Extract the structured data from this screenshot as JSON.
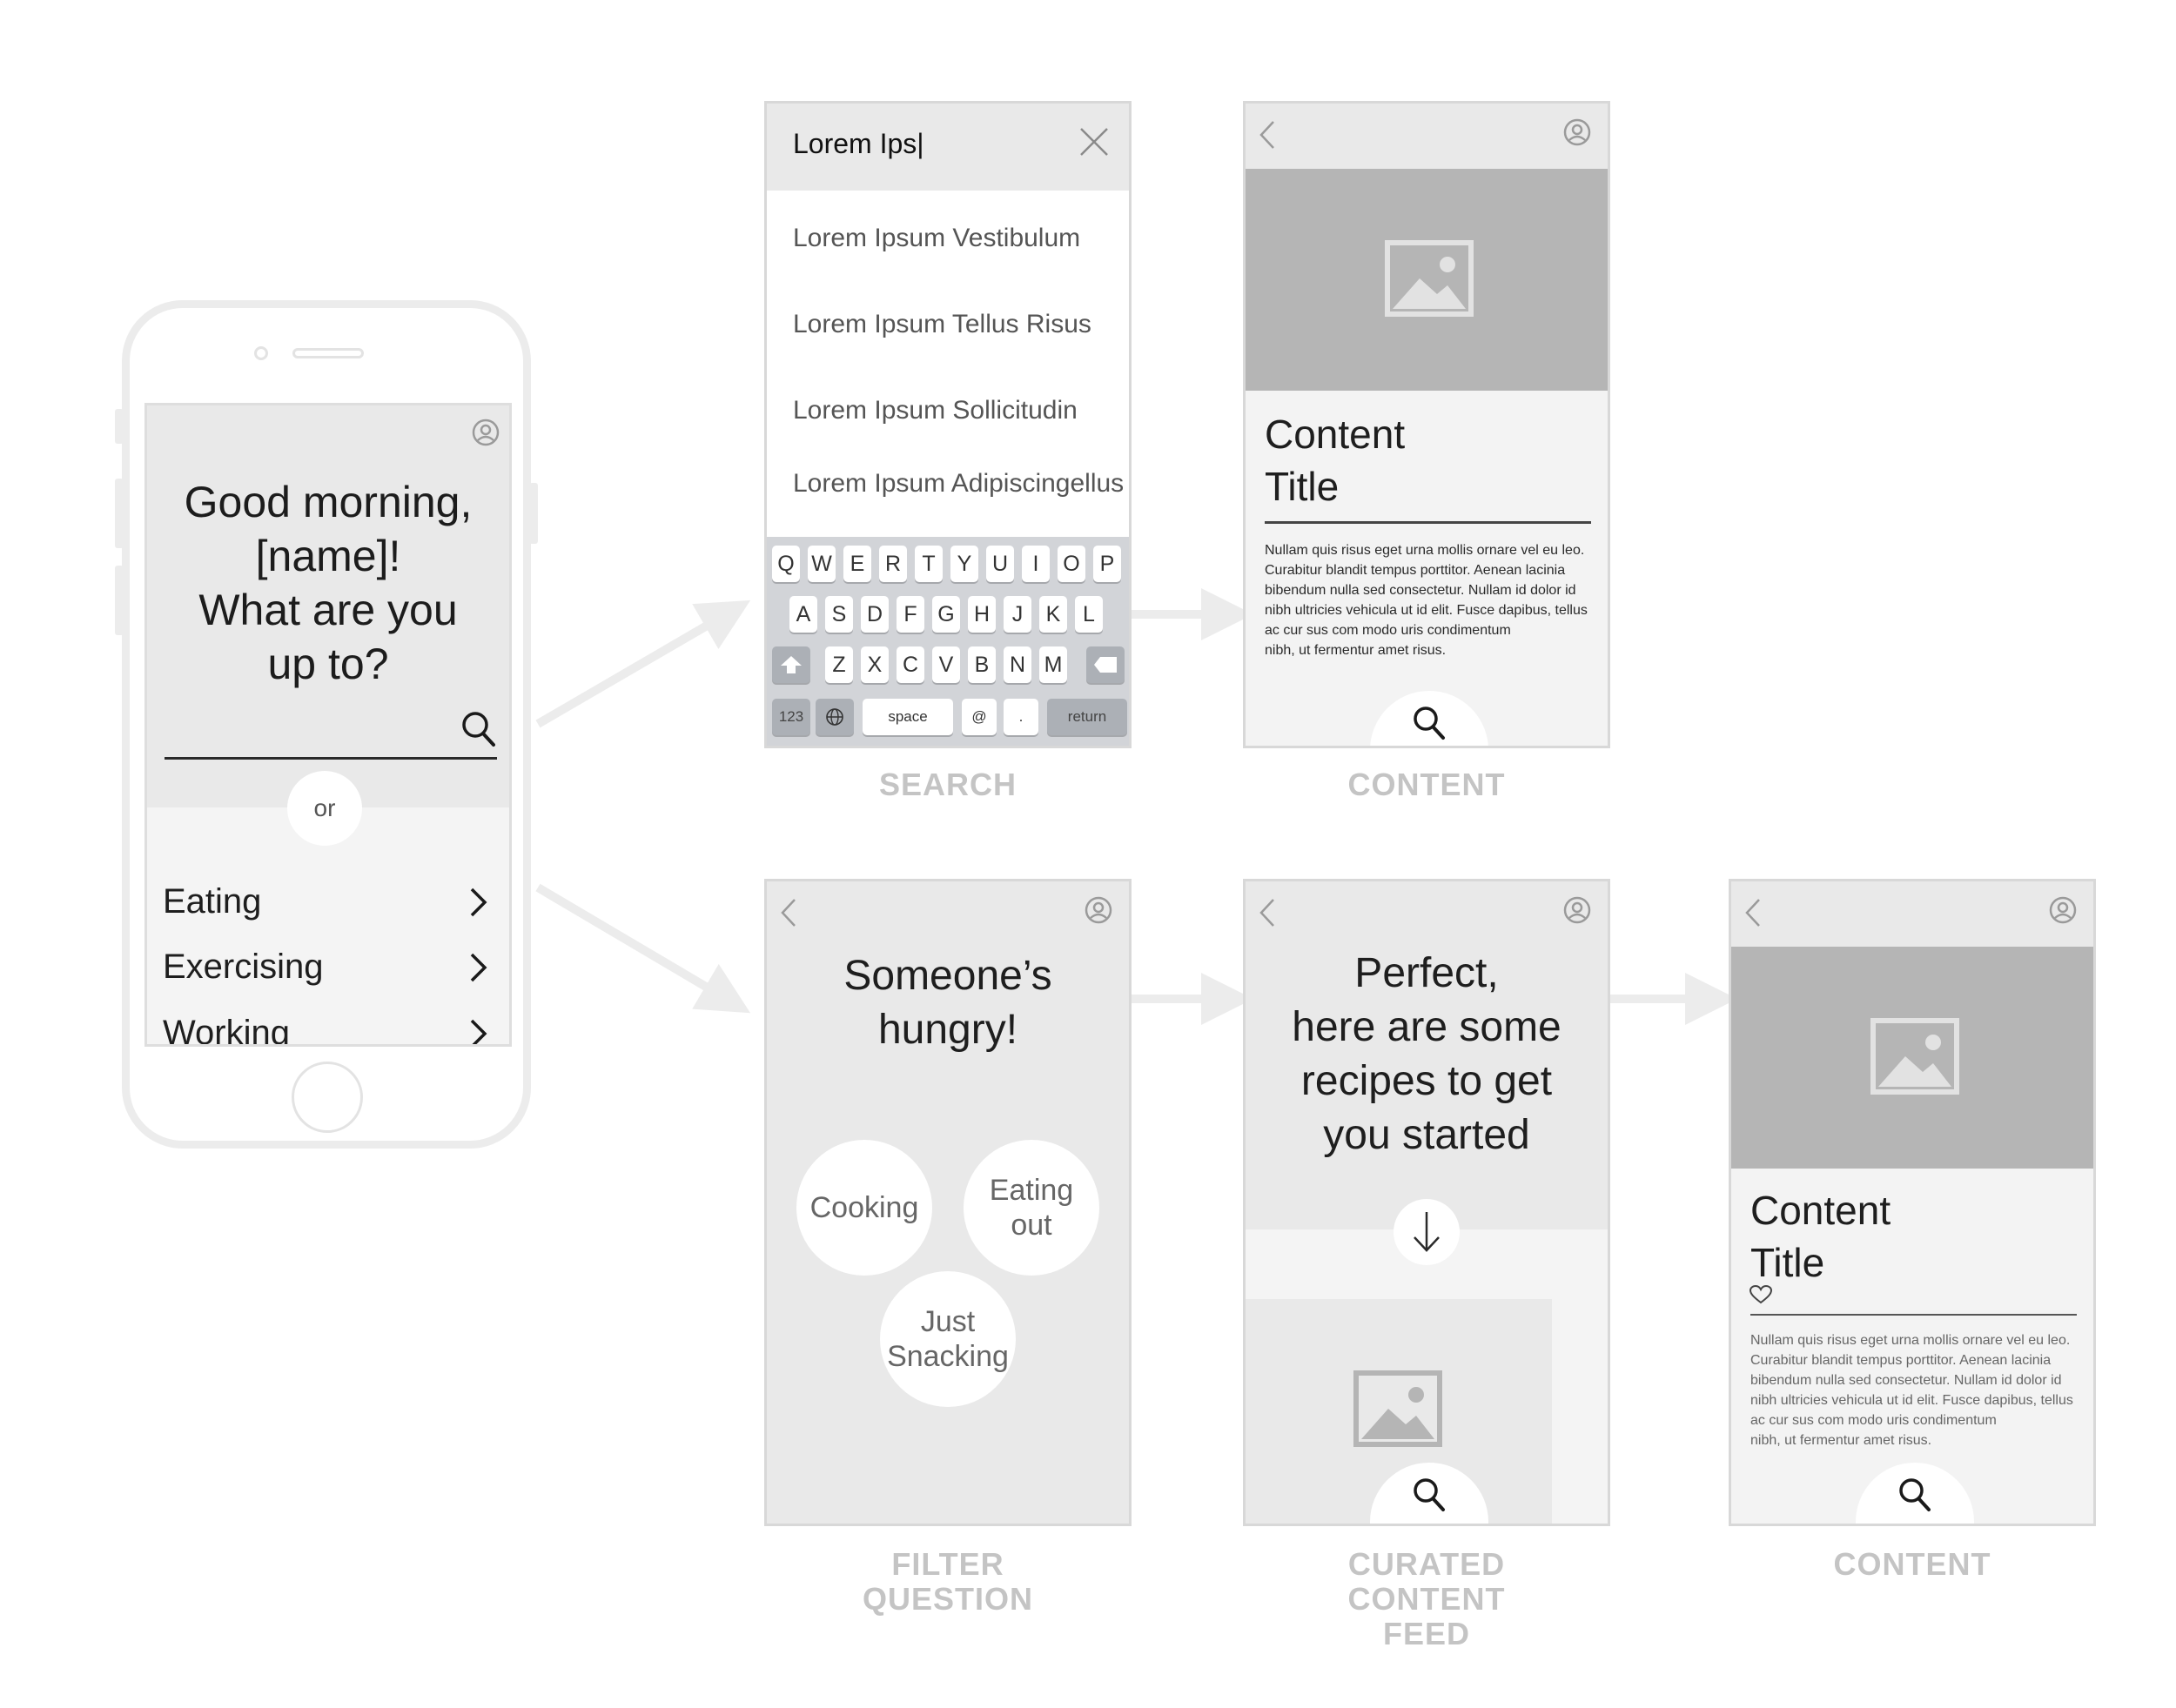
{
  "home": {
    "greeting_line1": "Good morning,",
    "greeting_line2": "[name]!",
    "greeting_line3": "What are you",
    "greeting_line4": "up to?",
    "or_label": "or",
    "menu": [
      {
        "label": "Eating"
      },
      {
        "label": "Exercising"
      },
      {
        "label": "Working"
      }
    ]
  },
  "search": {
    "query": "Lorem Ips|",
    "suggestions": [
      "Lorem Ipsum Vestibulum",
      "Lorem Ipsum Tellus Risus",
      "Lorem Ipsum Sollicitudin",
      "Lorem Ipsum Adipiscingellus"
    ],
    "keyboard": {
      "row1": [
        "Q",
        "W",
        "E",
        "R",
        "T",
        "Y",
        "U",
        "I",
        "O",
        "P"
      ],
      "row2": [
        "A",
        "S",
        "D",
        "F",
        "G",
        "H",
        "J",
        "K",
        "L"
      ],
      "row3": [
        "Z",
        "X",
        "C",
        "V",
        "B",
        "N",
        "M"
      ],
      "numbers_key": "123",
      "space_key": "space",
      "at_key": "@",
      "dot_key": ".",
      "return_key": "return"
    },
    "label": "SEARCH"
  },
  "content_top": {
    "title": "Content\nTitle",
    "body_line1": "Nullam quis risus eget urna mollis ornare vel eu leo.",
    "body_line2": "Curabitur blandit tempus porttitor. Aenean lacinia",
    "body_line3": "bibendum nulla sed consectetur. Nullam id dolor id",
    "body_line4": "nibh ultricies vehicula ut id elit. Fusce dapibus, tellus",
    "body_line5": "ac cur sus com modo          uris condimentum",
    "body_line6": "nibh, ut fermentur                  amet risus.",
    "label": "CONTENT"
  },
  "filter": {
    "title_line1": "Someone’s",
    "title_line2": "hungry!",
    "option_cooking": "Cooking",
    "option_eating_out_line1": "Eating",
    "option_eating_out_line2": "out",
    "option_snacking_line1": "Just",
    "option_snacking_line2": "Snacking",
    "label_line1": "FILTER",
    "label_line2": "QUESTION"
  },
  "curated": {
    "title_line1": "Perfect,",
    "title_line2": "here are some",
    "title_line3": "recipes to get",
    "title_line4": "you started",
    "label_line1": "CURATED",
    "label_line2": "CONTENT",
    "label_line3": "FEED"
  },
  "content_bottom": {
    "title": "Content\nTitle",
    "body_line1": "Nullam quis risus eget urna mollis ornare vel eu leo.",
    "body_line2": "Curabitur blandit tempus porttitor. Aenean lacinia",
    "body_line3": "bibendum nulla sed consectetur. Nullam id dolor id",
    "body_line4": "nibh ultricies vehicula ut id elit. Fusce dapibus, tellus",
    "body_line5": "ac cur sus com modo          uris condimentum",
    "body_line6": "nibh, ut fermentur                  amet risus.",
    "label": "CONTENT"
  },
  "colors": {
    "screen_bg": "#e9e9e9",
    "image_placeholder": "#b5b5b5",
    "label_gray": "#c4c4c4",
    "arrow_gray": "#ececec"
  }
}
